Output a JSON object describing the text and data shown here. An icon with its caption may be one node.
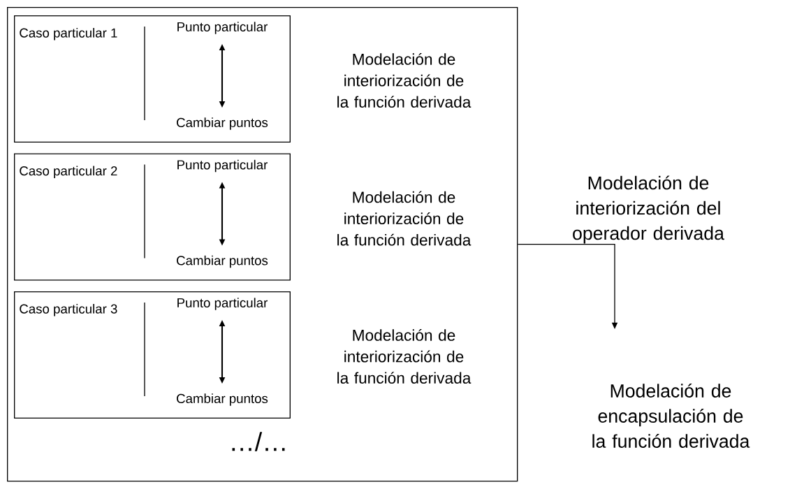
{
  "diagram": {
    "nodes": [
      {
        "text": [],
        "shape": "box"
      },
      {
        "text": [
          "Caso particular 1"
        ],
        "in": 0,
        "beside": [
          "Modelación de interiorización de la función derivada"
        ]
      },
      {
        "text": [
          "Punto particular"
        ],
        "in": 1
      },
      {
        "text": [
          "Cambiar puntos"
        ],
        "in": 1
      },
      {
        "text": [
          "Caso particular 2"
        ],
        "in": 0,
        "beside": [
          "Modelación de interiorización de la función derivada"
        ]
      },
      {
        "text": [
          "Punto particular"
        ],
        "in": 4
      },
      {
        "text": [
          "Cambiar puntos"
        ],
        "in": 4
      },
      {
        "text": [
          "Caso particular 3"
        ],
        "in": 0,
        "beside": [
          "Modelación de interiorización de la función derivada"
        ]
      },
      {
        "text": [
          "Punto particular"
        ],
        "in": 7
      },
      {
        "text": [
          "Cambiar puntos"
        ],
        "in": 7
      },
      {
        "text": [
          "Modelación de encapsulación de la función derivada"
        ]
      }
    ],
    "edges": [
      {
        "from": 2,
        "to": 3,
        "arrow": "both"
      },
      {
        "from": 5,
        "to": 6,
        "arrow": "both"
      },
      {
        "from": 8,
        "to": 9,
        "arrow": "both"
      },
      {
        "from": 0,
        "to": 10,
        "arrow": "to",
        "label": "Modelación de interiorización del operador derivada"
      }
    ],
    "labels": [
      "…/…"
    ]
  }
}
